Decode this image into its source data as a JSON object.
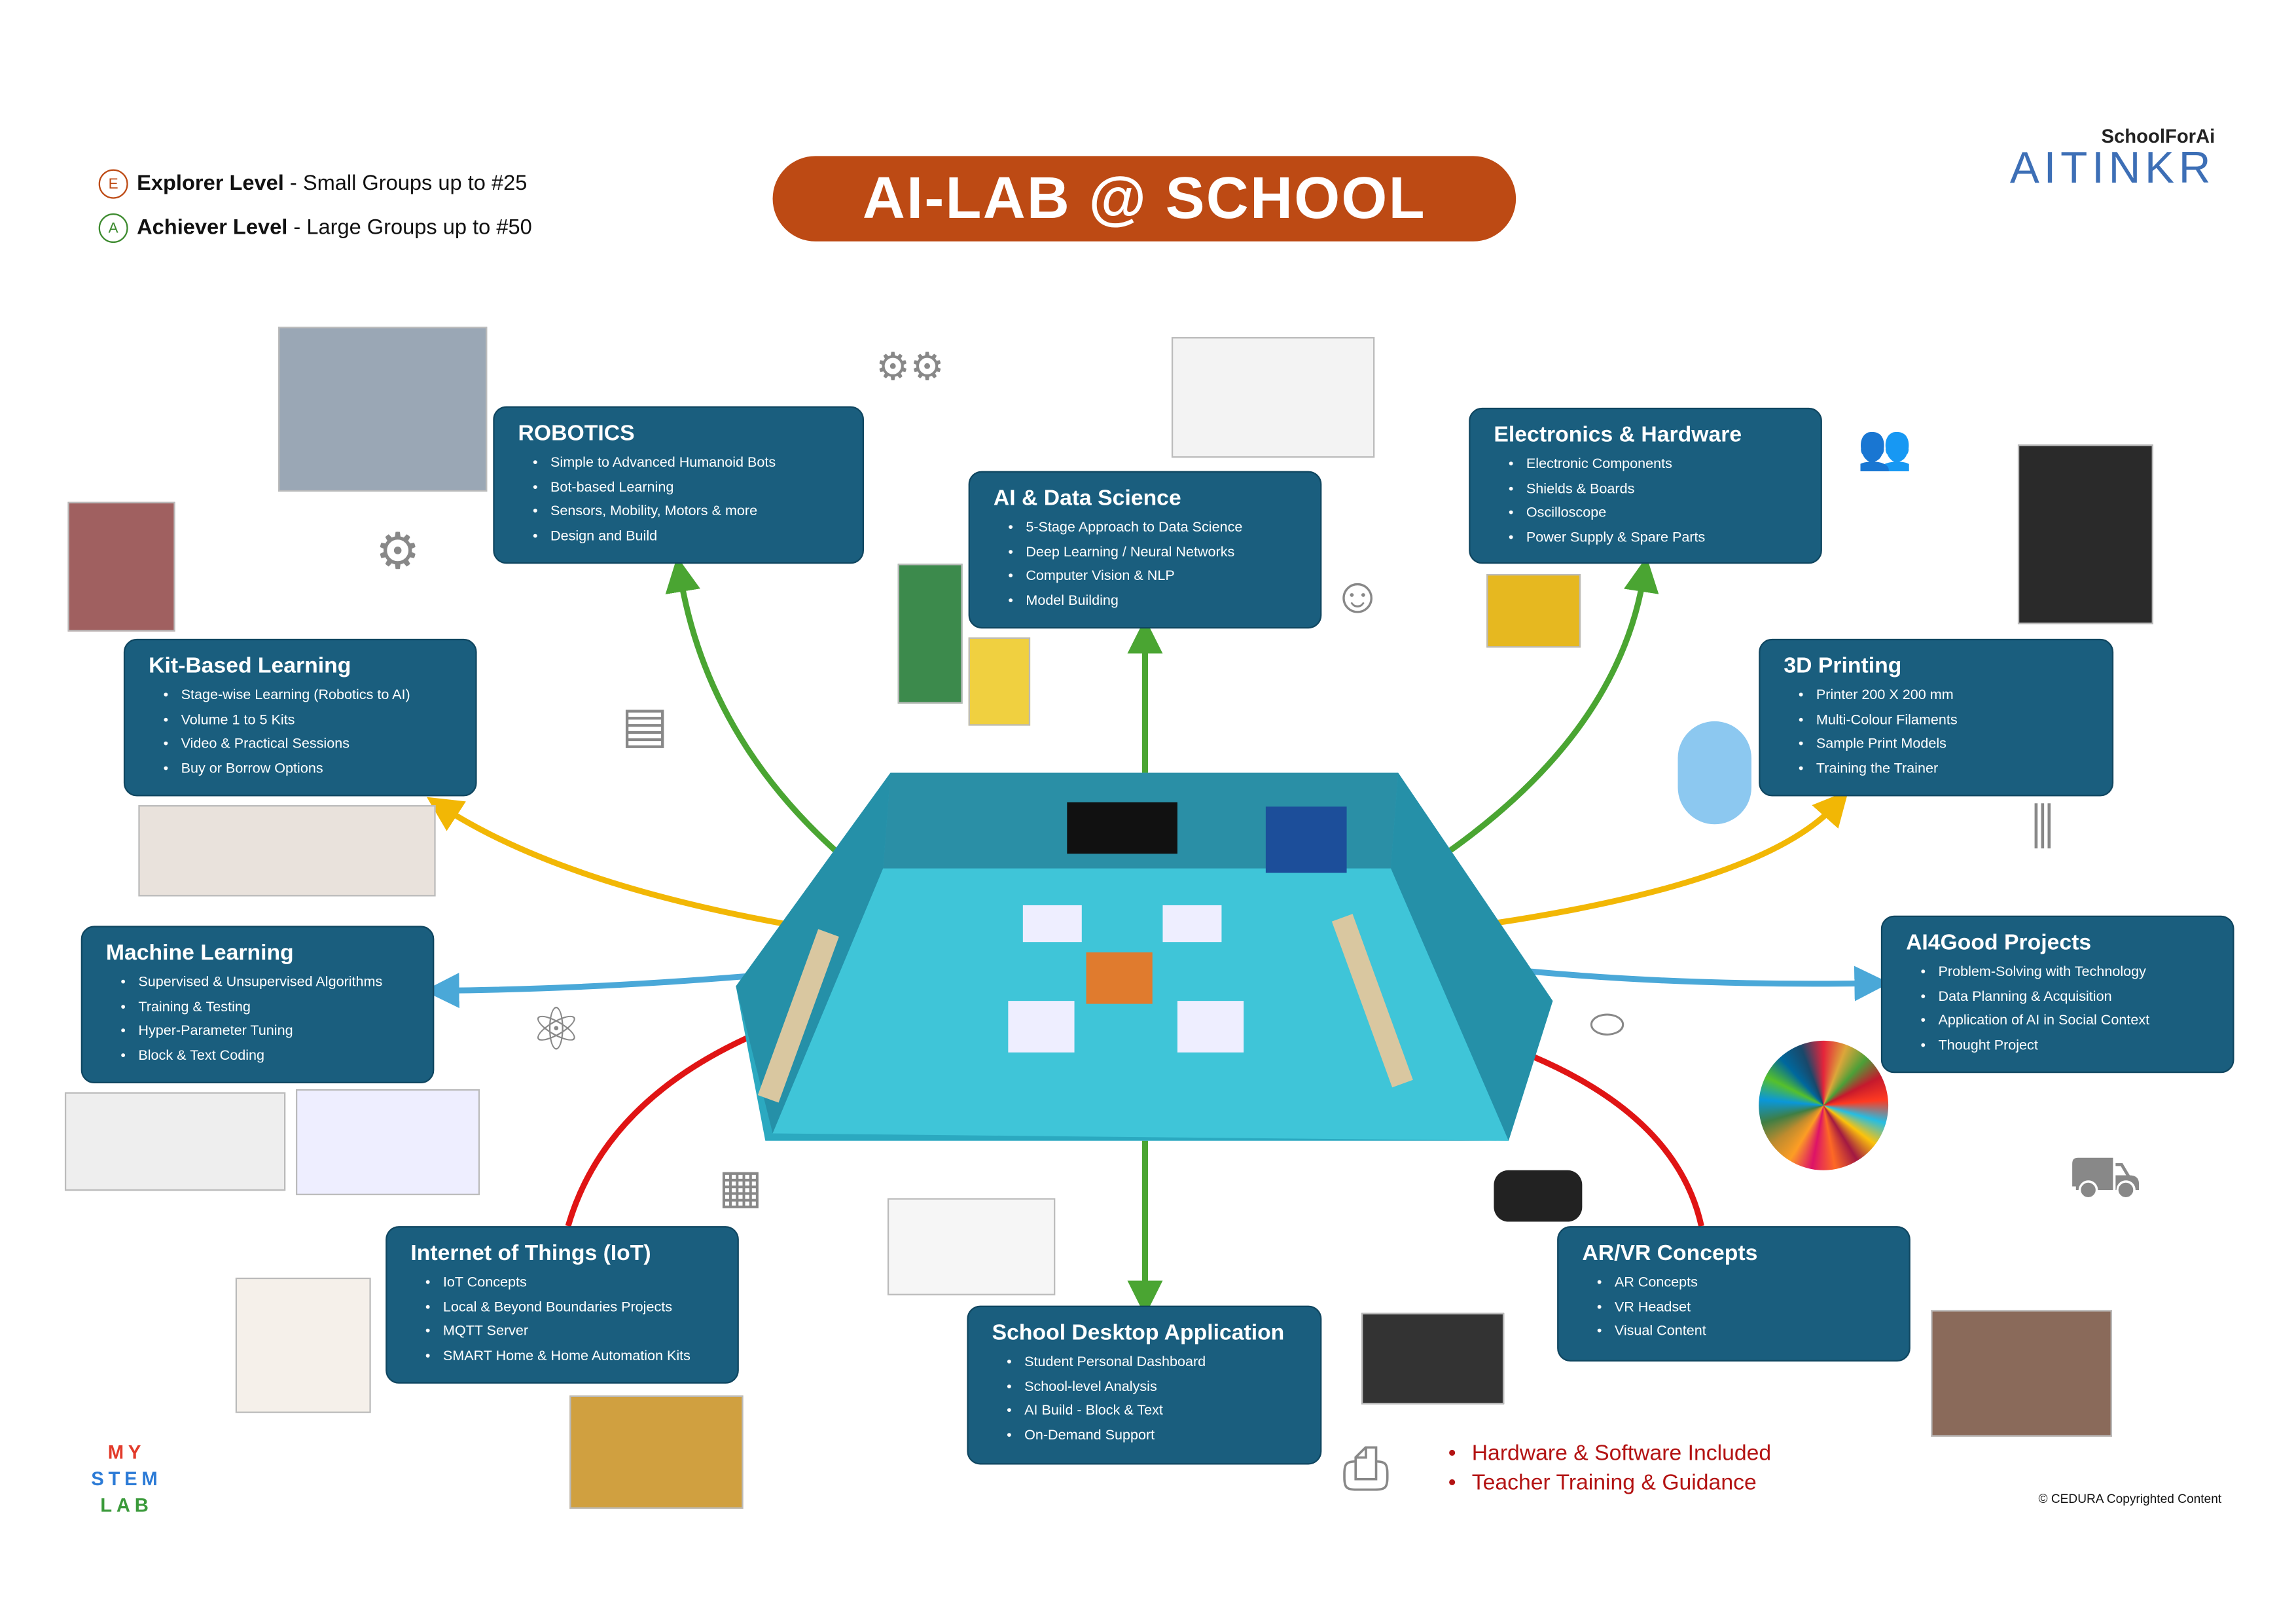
{
  "title": "AI-LAB @ SCHOOL",
  "levels": [
    {
      "badge": "E",
      "name": "Explorer Level",
      "desc": " - Small Groups up to #25",
      "color": "#bd4a14"
    },
    {
      "badge": "A",
      "name": "Achiever Level",
      "desc": " - Large Groups up to #50",
      "color": "#3c8a2e"
    }
  ],
  "logo": {
    "top": "SchoolForAi",
    "main": "AITINKR"
  },
  "mystemlab": {
    "row1": "MY",
    "row2": "STEM",
    "row3": "LAB"
  },
  "sections": {
    "robotics": {
      "title": "ROBOTICS",
      "items": [
        "Simple to Advanced Humanoid Bots",
        "Bot-based Learning",
        "Sensors, Mobility, Motors & more",
        "Design and Build"
      ]
    },
    "ai_ds": {
      "title": "AI & Data Science",
      "items": [
        "5-Stage Approach to Data Science",
        "Deep Learning / Neural Networks",
        "Computer Vision & NLP",
        "Model Building"
      ]
    },
    "electronics": {
      "title": "Electronics & Hardware",
      "items": [
        "Electronic Components",
        "Shields & Boards",
        "Oscilloscope",
        "Power Supply & Spare Parts"
      ]
    },
    "kit": {
      "title": "Kit-Based Learning",
      "items": [
        "Stage-wise Learning (Robotics to AI)",
        "Volume 1 to 5 Kits",
        "Video & Practical Sessions",
        "Buy or Borrow Options"
      ]
    },
    "printing": {
      "title": "3D Printing",
      "items": [
        "Printer 200 X 200 mm",
        "Multi-Colour Filaments",
        "Sample Print Models",
        "Training the Trainer"
      ]
    },
    "ml": {
      "title": "Machine Learning",
      "items": [
        "Supervised & Unsupervised Algorithms",
        "Training & Testing",
        "Hyper-Parameter Tuning",
        "Block & Text Coding"
      ]
    },
    "ai4good": {
      "title": "AI4Good Projects",
      "items": [
        "Problem-Solving with Technology",
        "Data Planning & Acquisition",
        "Application of AI in Social Context",
        "Thought Project"
      ]
    },
    "iot": {
      "title": "Internet of Things (IoT)",
      "items": [
        "IoT Concepts",
        "Local & Beyond Boundaries Projects",
        "MQTT Server",
        "SMART Home & Home Automation Kits"
      ]
    },
    "desktop": {
      "title": "School Desktop Application",
      "items": [
        "Student Personal Dashboard",
        "School-level Analysis",
        "AI Build - Block & Text",
        "On-Demand Support"
      ]
    },
    "arvr": {
      "title": "AR/VR Concepts",
      "items": [
        "AR Concepts",
        "VR  Headset",
        "Visual Content"
      ]
    }
  },
  "highlights": [
    "Hardware & Software Included",
    "Teacher Training & Guidance"
  ],
  "copyright": "© CEDURA Copyrighted Content",
  "colors": {
    "box": "#1a5e7e",
    "title": "#bd4a14",
    "green": "#4aa532",
    "yellow": "#f2b705",
    "blue": "#4aa8d8",
    "red": "#e01414"
  }
}
